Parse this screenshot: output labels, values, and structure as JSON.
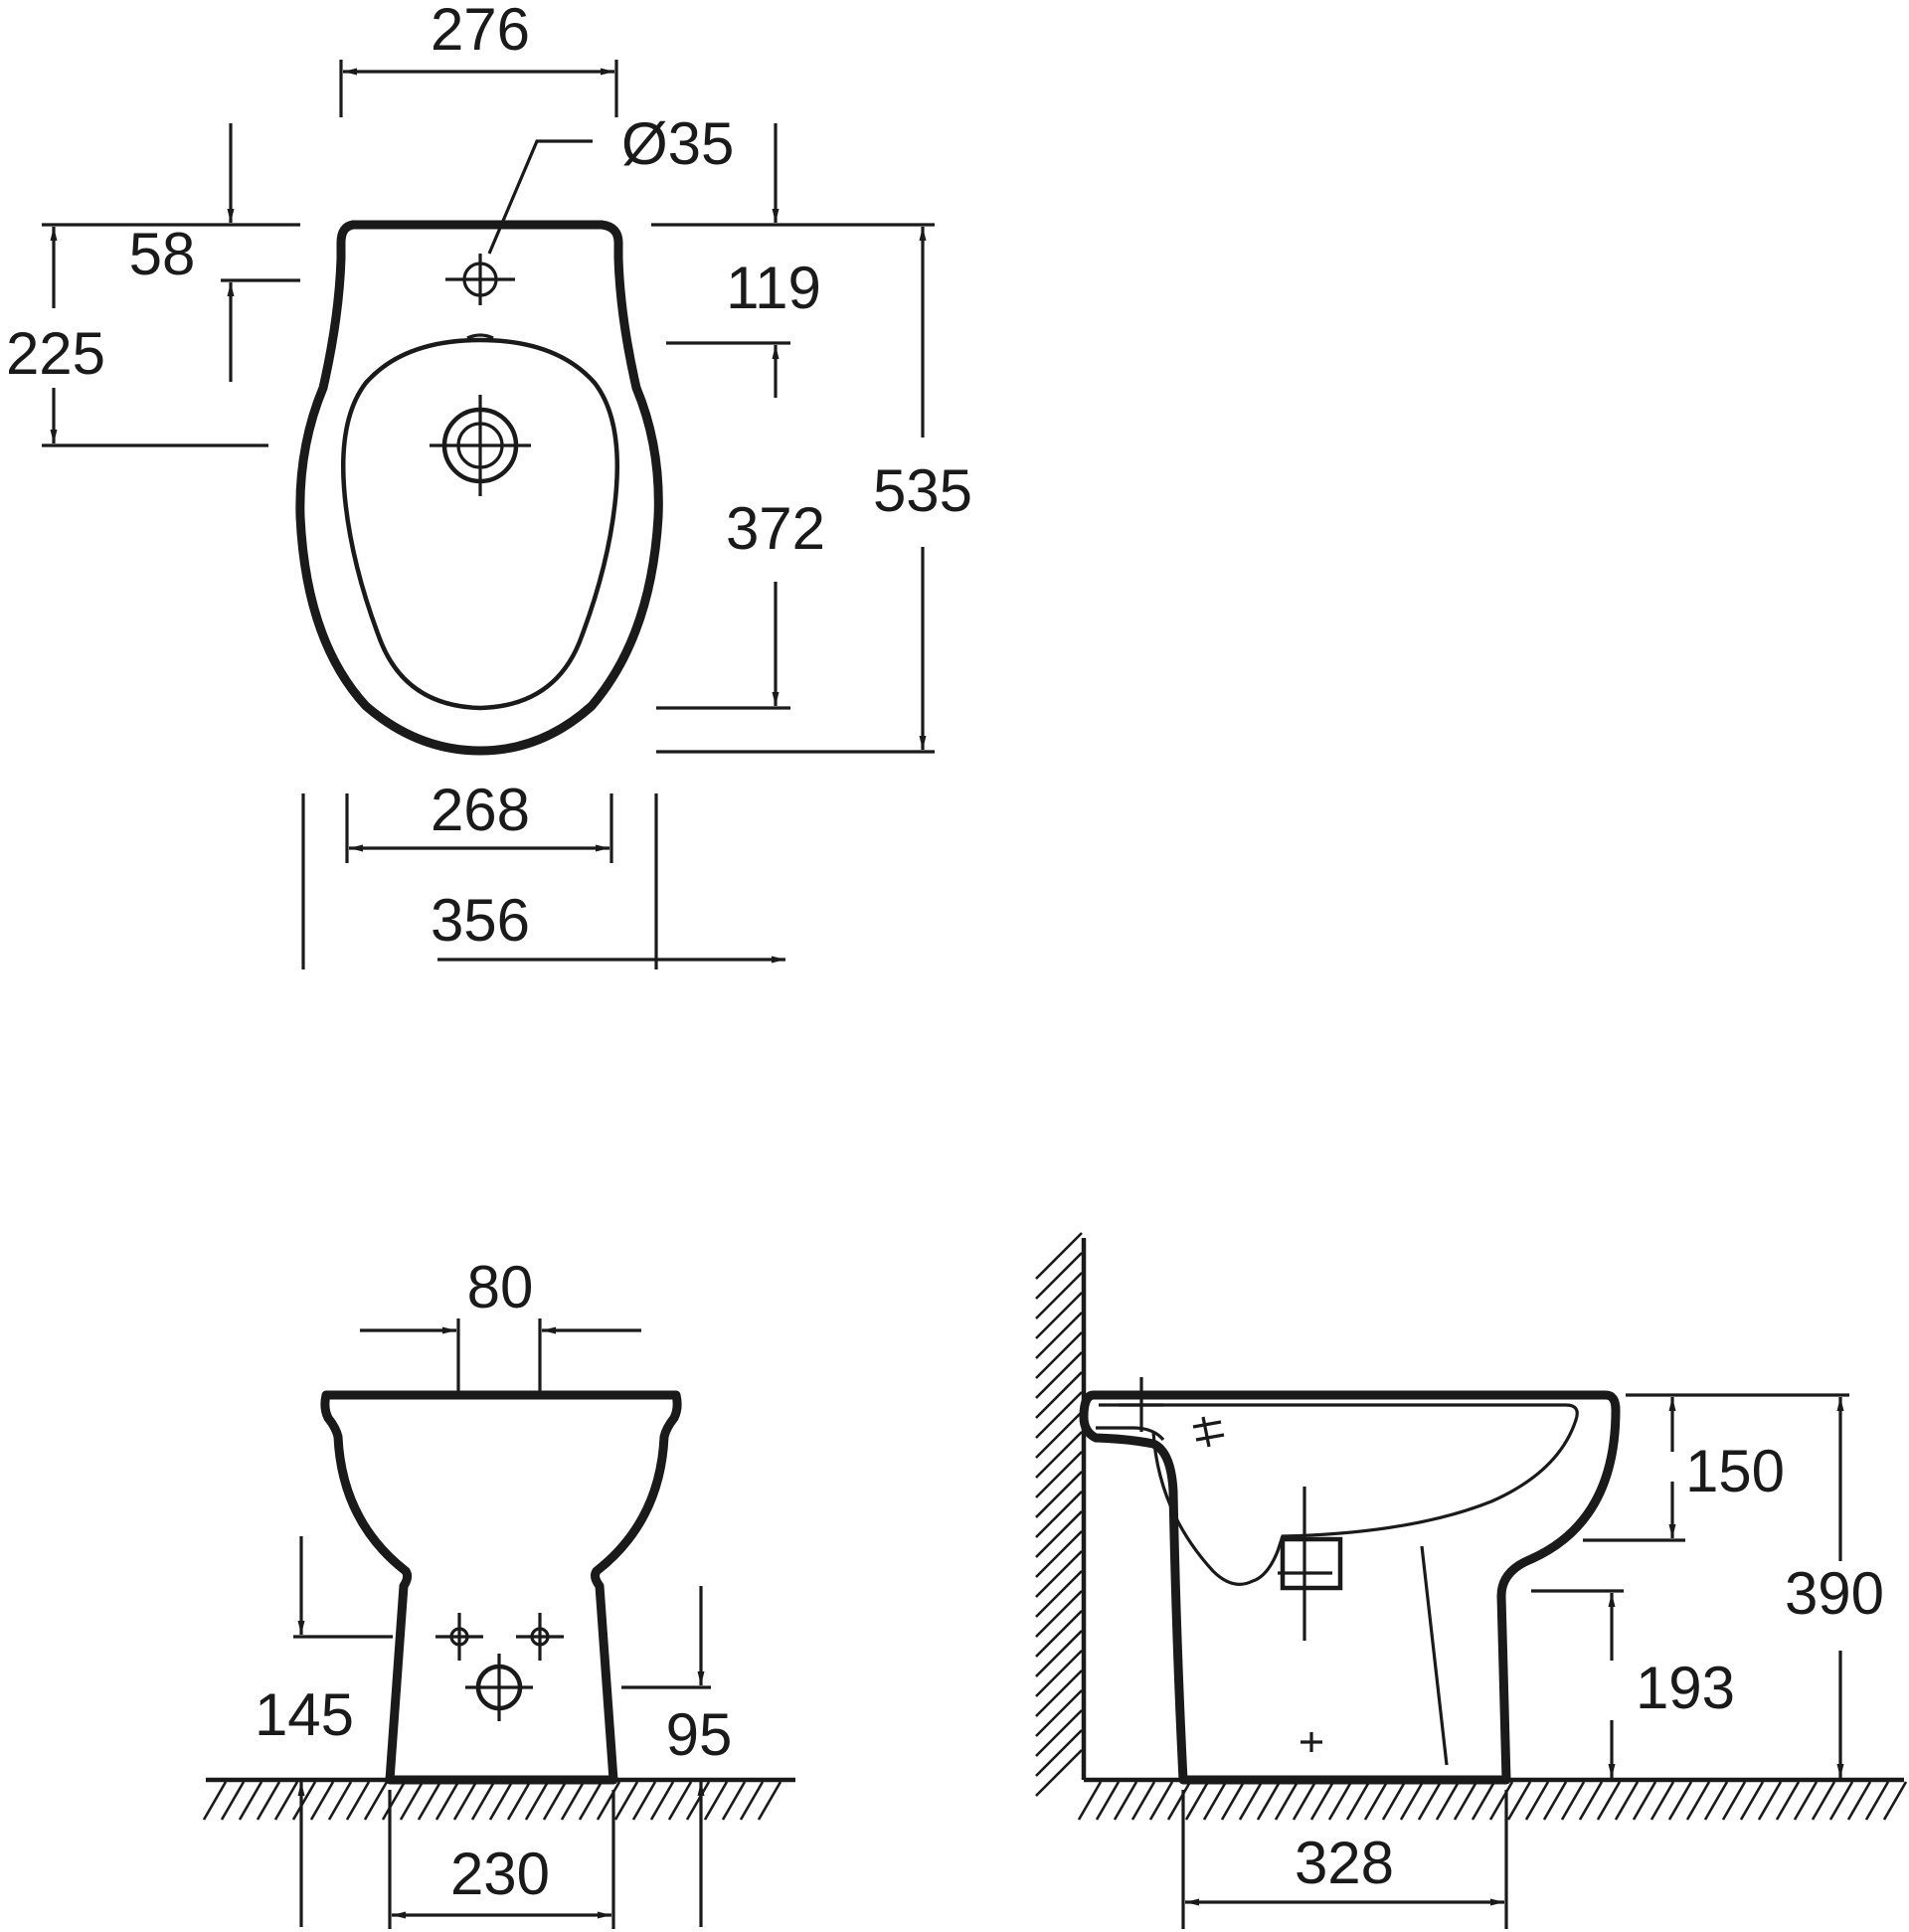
{
  "views": {
    "top": {
      "dims": {
        "overall_width_top": "276",
        "tap_hole_diameter": "Ø35",
        "tap_hole_offset": "58",
        "drain_offset": "225",
        "bowl_start": "119",
        "bowl_length": "372",
        "overall_length": "535",
        "bowl_width": "268",
        "overall_width": "356"
      }
    },
    "front": {
      "dims": {
        "inlet_spacing": "80",
        "inlet_height_left": "145",
        "drain_height": "95",
        "base_width": "230"
      }
    },
    "side": {
      "dims": {
        "rim_to_bowl": "150",
        "outlet_height": "193",
        "overall_height": "390",
        "base_depth": "328"
      }
    }
  },
  "colors": {
    "line": "#1a1a1a",
    "background": "#ffffff"
  }
}
